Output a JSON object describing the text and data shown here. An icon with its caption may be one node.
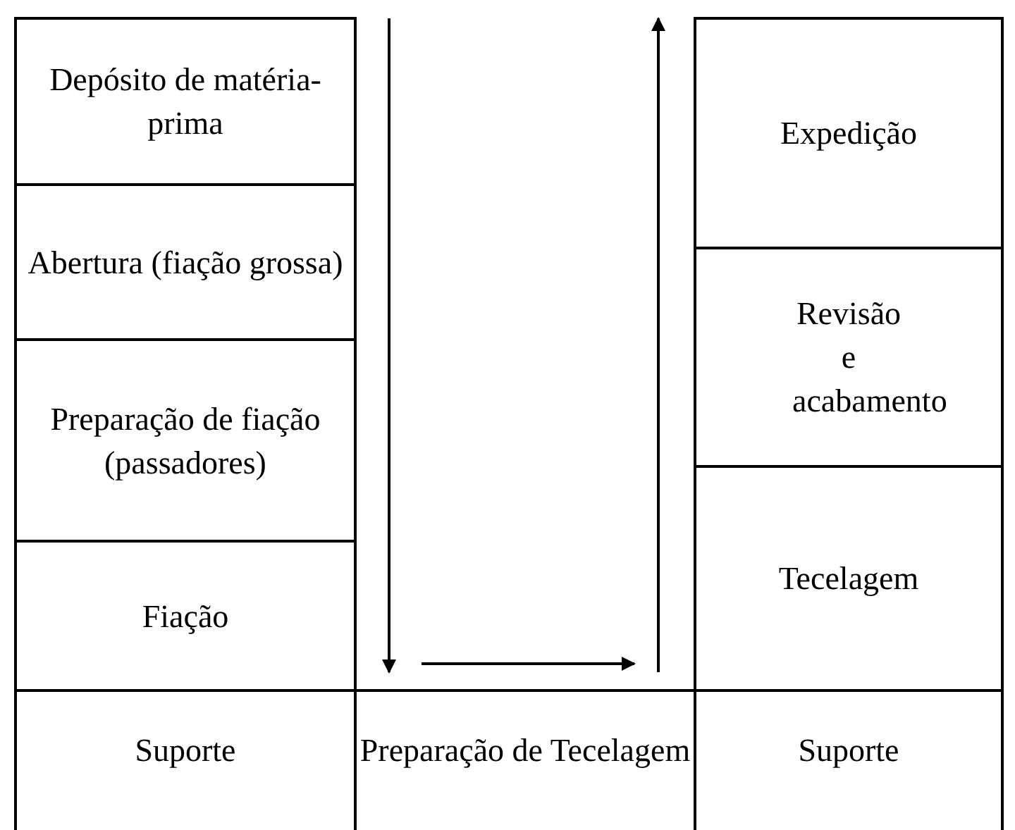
{
  "diagram": {
    "nodes": [
      {
        "text": [
          "Depósito de matéria-prima"
        ]
      },
      {
        "text": [
          "Abertura (fiação grossa)"
        ]
      },
      {
        "text": [
          "Preparação de fiação (passadores)"
        ]
      },
      {
        "text": [
          "Fiação"
        ]
      },
      {
        "text": [
          "Suporte"
        ]
      },
      {
        "text": [
          "Preparação de Tecelagem"
        ]
      },
      {
        "text": [
          "Expedição"
        ]
      },
      {
        "text": [
          "Revisão e acabamento"
        ]
      },
      {
        "text": [
          "Tecelagem"
        ]
      },
      {
        "text": [
          "Suporte"
        ]
      }
    ],
    "edges": []
  }
}
